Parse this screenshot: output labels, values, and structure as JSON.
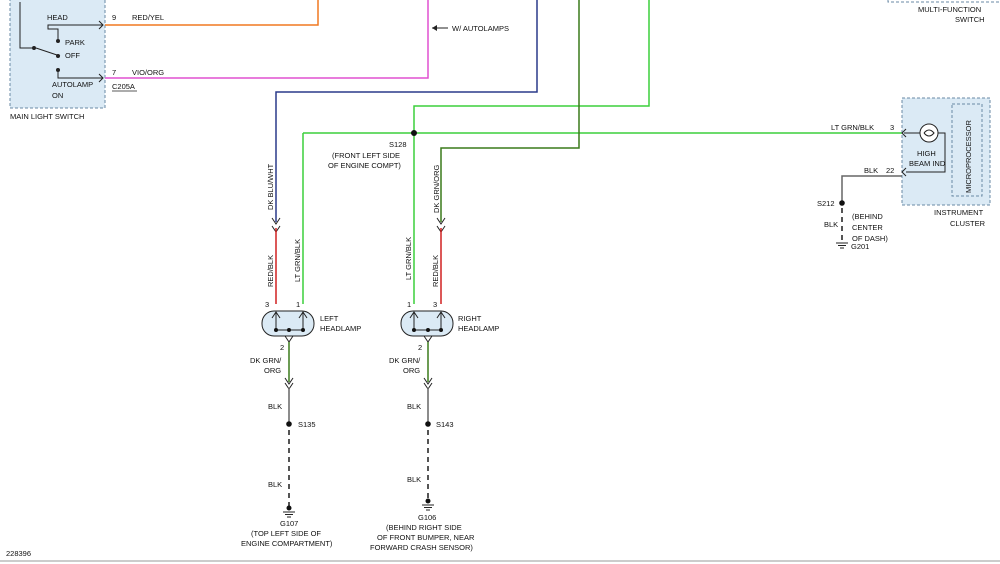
{
  "colors": {
    "red_yel": "#f07820",
    "vio_org": "#e050d0",
    "dk_blu_wht": "#2a3a8a",
    "lt_grn_blk": "#3ccf3c",
    "dk_grn_org": "#3a7a1a",
    "red_blk": "#d02020",
    "blk": "#666666",
    "module_fill": "#dbeaf5"
  },
  "main_switch": {
    "head": "HEAD",
    "park": "PARK",
    "off": "OFF",
    "autolamp": "AUTOLAMP",
    "on": "ON",
    "label": "MAIN LIGHT SWITCH",
    "pin_head": "9",
    "pin_autolamp": "7",
    "wire_head": "RED/YEL",
    "wire_autolamp": "VIO/ORG",
    "connector": "C205A"
  },
  "mfs": {
    "line1": "MULTI-FUNCTION",
    "line2": "SWITCH"
  },
  "w_autolamps": "W/ AUTOLAMPS",
  "splice_s128": {
    "id": "S128",
    "line1": "(FRONT LEFT SIDE",
    "line2": "OF ENGINE COMPT)"
  },
  "wire_labels": {
    "dk_blu_wht": "DK BLU/WHT",
    "lt_grn_blk": "LT GRN/BLK",
    "dk_grn_org": "DK GRN/ORG",
    "red_blk": "RED/BLK"
  },
  "left_headlamp": {
    "line1": "LEFT",
    "line2": "HEADLAMP",
    "pin_red": "3",
    "pin_grn": "1",
    "pin_gnd": "2",
    "gnd_wire_1": "DK GRN/",
    "gnd_wire_2": "ORG",
    "blk_1": "BLK",
    "splice": "S135",
    "blk_2": "BLK",
    "ground": "G107",
    "ground_line1": "(TOP LEFT SIDE OF",
    "ground_line2": "ENGINE COMPARTMENT)"
  },
  "right_headlamp": {
    "line1": "RIGHT",
    "line2": "HEADLAMP",
    "pin_grn": "1",
    "pin_red": "3",
    "pin_gnd": "2",
    "gnd_wire_1": "DK GRN/",
    "gnd_wire_2": "ORG",
    "blk_1": "BLK",
    "splice": "S143",
    "blk_2": "BLK",
    "ground": "G106",
    "ground_line1": "(BEHIND RIGHT SIDE",
    "ground_line2": "OF FRONT BUMPER, NEAR",
    "ground_line3": "FORWARD CRASH SENSOR)"
  },
  "instrument_cluster": {
    "pin_3": "3",
    "wire_3": "LT GRN/BLK",
    "pin_22": "22",
    "wire_22": "BLK",
    "ind_line1": "HIGH",
    "ind_line2": "BEAM IND",
    "microprocessor": "MICROPROCESSOR",
    "line1": "INSTRUMENT",
    "line2": "CLUSTER",
    "splice": "S212",
    "blk": "BLK",
    "note_1": "(BEHIND",
    "note_2": "CENTER",
    "note_3": "OF DASH)",
    "ground": "G201"
  },
  "figure_id": "228396"
}
